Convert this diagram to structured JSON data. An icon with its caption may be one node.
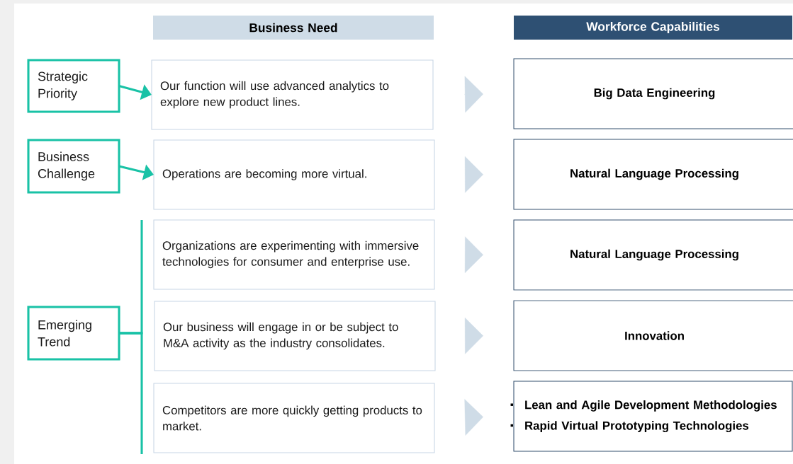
{
  "diagram": {
    "nodes": [
      {
        "text": [
          "Business Need"
        ]
      },
      {
        "text": [
          "Workforce Capabilities"
        ]
      },
      {
        "text": [
          "Strategic Priority"
        ]
      },
      {
        "text": [
          "Business Challenge"
        ]
      },
      {
        "text": [
          "Emerging Trend"
        ]
      },
      {
        "text": [
          "Our function will use advanced analytics to explore new product lines."
        ]
      },
      {
        "text": [
          "Operations are becoming more virtual."
        ]
      },
      {
        "text": [
          "Organizations are experimenting with immersive technologies for consumer and enterprise use."
        ]
      },
      {
        "text": [
          "Our business will engage in or be subject to M&A activity as the industry consolidates."
        ]
      },
      {
        "text": [
          "Competitors are more quickly getting products to market."
        ]
      },
      {
        "text": [
          "Big Data Engineering"
        ]
      },
      {
        "text": [
          "Natural Language Processing"
        ]
      },
      {
        "text": [
          "Natural Language Processing"
        ]
      },
      {
        "text": [
          "Innovation"
        ]
      },
      {
        "text": [
          "Lean and Agile Development Methodologies",
          "Rapid Virtual Prototyping Technologies"
        ]
      }
    ],
    "edges": [
      {
        "from": 2,
        "to": 5,
        "arrow": "to"
      },
      {
        "from": 3,
        "to": 6,
        "arrow": "to"
      },
      {
        "from": 4,
        "to": 7,
        "arrow": "none"
      },
      {
        "from": 4,
        "to": 8,
        "arrow": "none"
      },
      {
        "from": 4,
        "to": 9,
        "arrow": "none"
      },
      {
        "from": 5,
        "to": 10,
        "arrow": "to",
        "style": "thick",
        "color": "#cfdce7"
      },
      {
        "from": 6,
        "to": 11,
        "arrow": "to",
        "style": "thick",
        "color": "#cfdce7"
      },
      {
        "from": 7,
        "to": 12,
        "arrow": "to",
        "style": "thick",
        "color": "#cfdce7"
      },
      {
        "from": 8,
        "to": 13,
        "arrow": "to",
        "style": "thick",
        "color": "#cfdce7"
      },
      {
        "from": 9,
        "to": 14,
        "arrow": "to",
        "style": "thick",
        "color": "#cfdce7"
      }
    ]
  }
}
